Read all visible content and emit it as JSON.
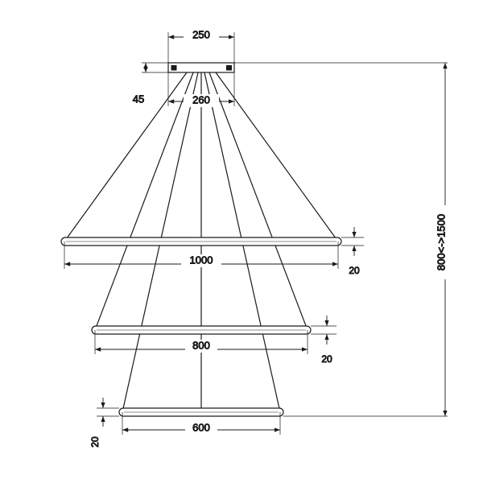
{
  "drawing": {
    "title": "Three-tier ring pendant lamp technical dimension drawing",
    "line_color": "#1a1a1a",
    "background_color": "#ffffff",
    "dimensions": {
      "canopy_width": "250",
      "canopy_height": "45",
      "canopy_spread": "260",
      "ring_top_diameter": "1000",
      "ring_top_thickness": "20",
      "ring_mid_diameter": "800",
      "ring_mid_thickness": "20",
      "ring_bottom_diameter": "600",
      "ring_bottom_thickness": "20",
      "total_height": "800<->1500"
    }
  }
}
